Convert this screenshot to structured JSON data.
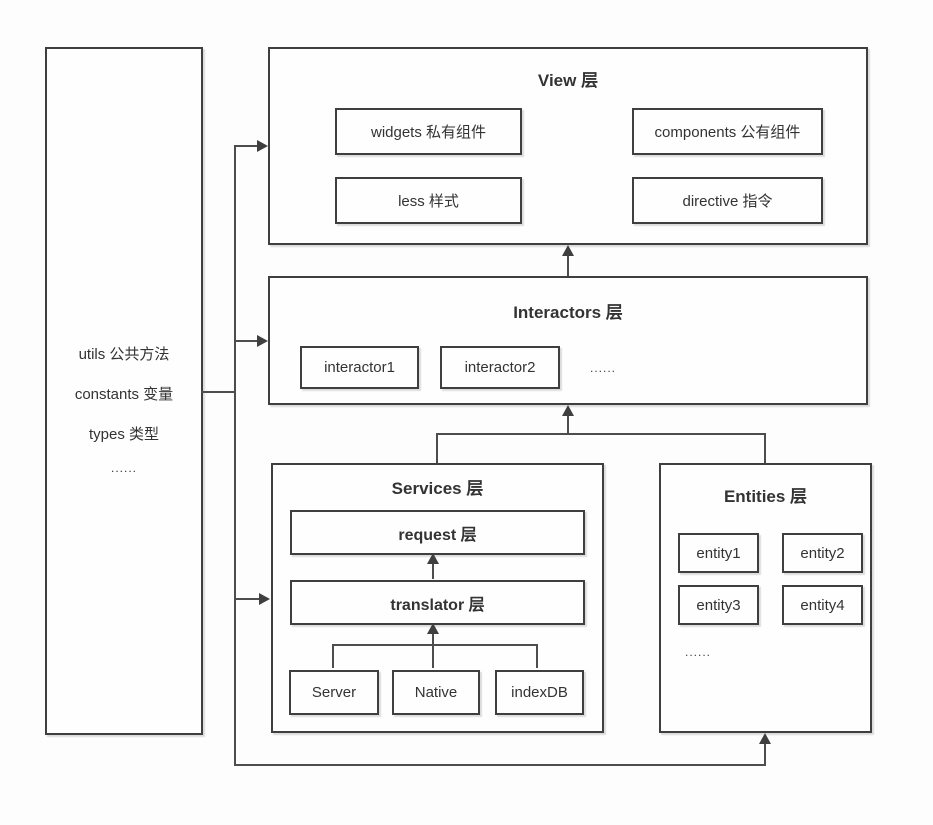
{
  "diagram": {
    "sidebar": {
      "items": [
        "utils 公共方法",
        "constants 变量",
        "types 类型",
        "......"
      ]
    },
    "view_layer": {
      "title": "View 层",
      "nodes": [
        "widgets 私有组件",
        "components 公有组件",
        "less 样式",
        "directive 指令"
      ]
    },
    "interactors_layer": {
      "title": "Interactors 层",
      "nodes": [
        "interactor1",
        "interactor2"
      ],
      "ellipsis": "......"
    },
    "services_layer": {
      "title": "Services 层",
      "request_node": "request 层",
      "translator_node": "translator 层",
      "source_nodes": [
        "Server",
        "Native",
        "indexDB"
      ]
    },
    "entities_layer": {
      "title": "Entities 层",
      "nodes": [
        "entity1",
        "entity2",
        "entity3",
        "entity4"
      ],
      "ellipsis": "......"
    },
    "colors": {
      "line": "#4d4d4d",
      "border": "#3f3f3f",
      "text": "#333333",
      "background": "#fdfdfd"
    }
  }
}
